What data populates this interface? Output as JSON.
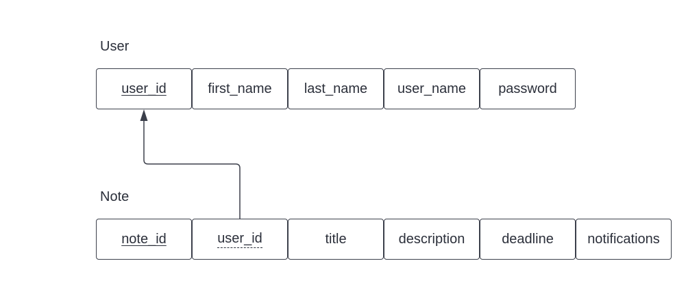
{
  "tables": [
    {
      "name": "User",
      "fields": [
        {
          "label": "user_id",
          "key": "primary"
        },
        {
          "label": "first_name",
          "key": "none"
        },
        {
          "label": "last_name",
          "key": "none"
        },
        {
          "label": "user_name",
          "key": "none"
        },
        {
          "label": "password",
          "key": "none"
        }
      ]
    },
    {
      "name": "Note",
      "fields": [
        {
          "label": "note_id",
          "key": "primary"
        },
        {
          "label": "user_id",
          "key": "foreign"
        },
        {
          "label": "title",
          "key": "none"
        },
        {
          "label": "description",
          "key": "none"
        },
        {
          "label": "deadline",
          "key": "none"
        },
        {
          "label": "notifications",
          "key": "none"
        }
      ]
    }
  ],
  "relationships": [
    {
      "from": "Note.user_id",
      "to": "User.user_id",
      "arrow": "to"
    }
  ],
  "colors": {
    "stroke": "#3b3f4a",
    "text": "#2b2f3a",
    "background": "#ffffff"
  }
}
